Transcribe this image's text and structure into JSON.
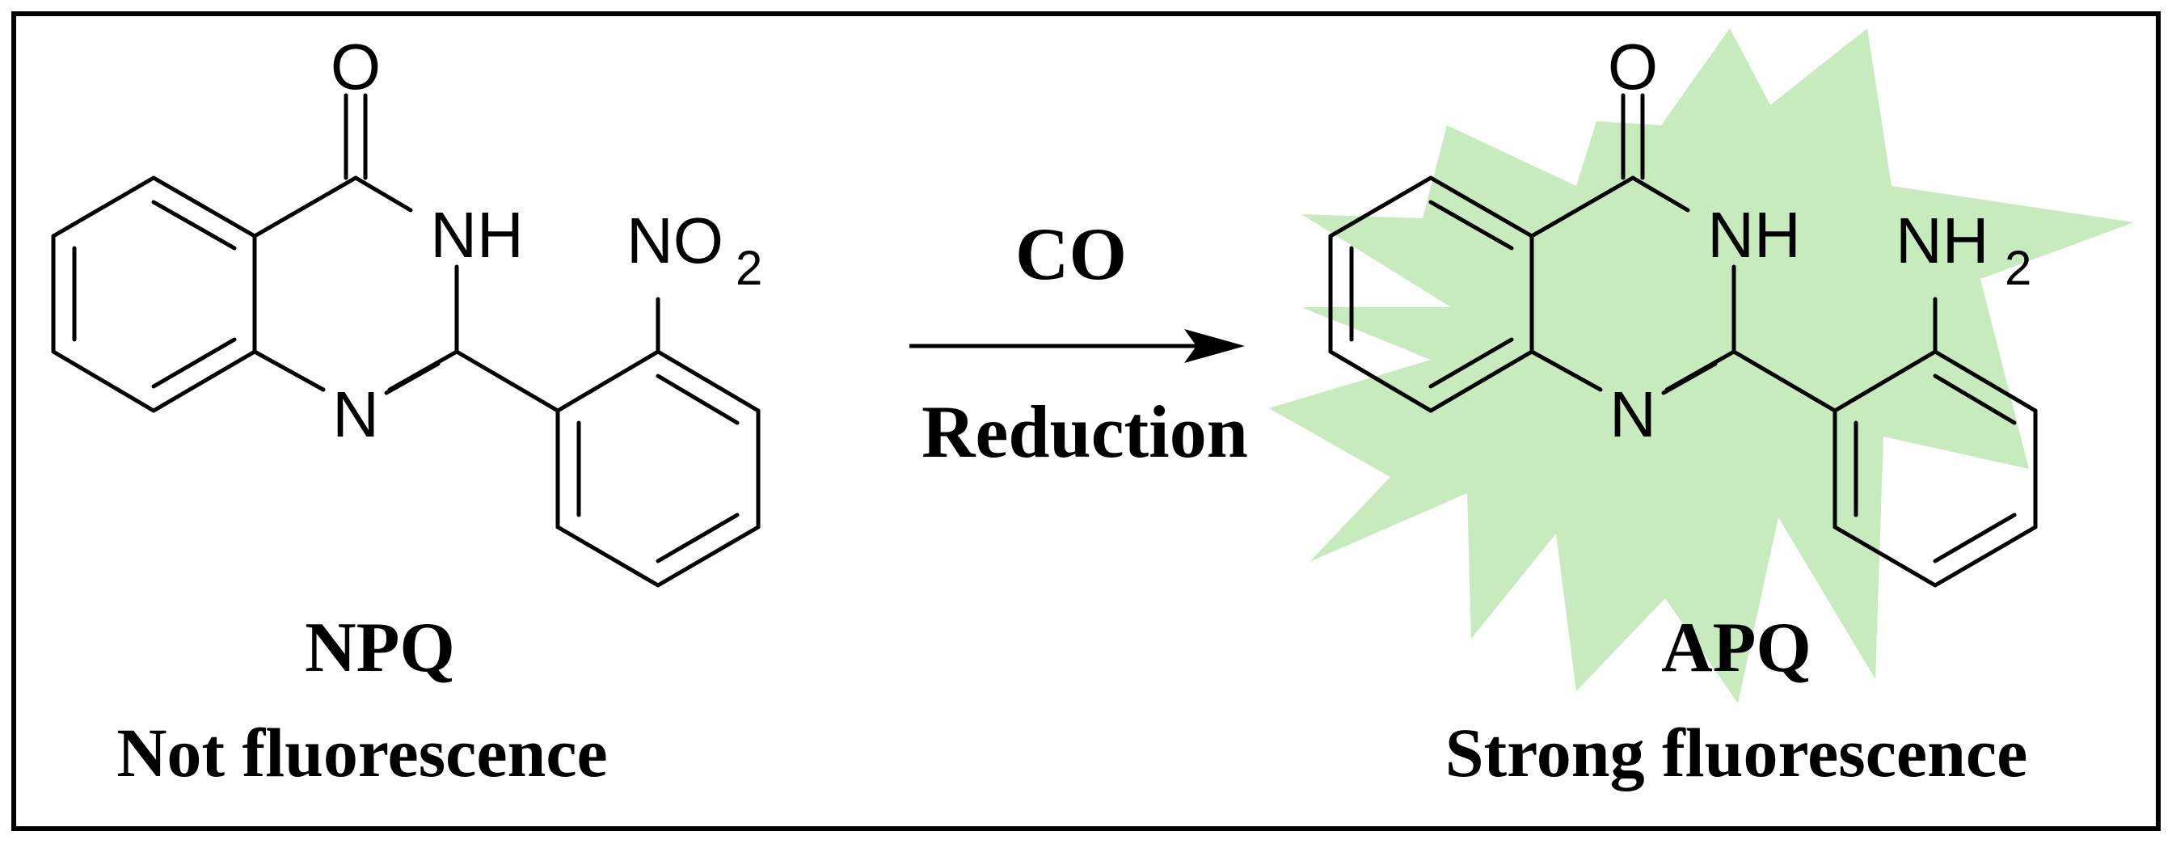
{
  "reaction": {
    "reagent": "CO",
    "process": "Reduction"
  },
  "reactant": {
    "name": "NPQ",
    "description": "Not fluorescence",
    "atoms": {
      "carbonyl_o": "O",
      "amide": "NH",
      "imine_n": "N",
      "substituent": "NO",
      "substituent_sub": "2"
    }
  },
  "product": {
    "name": "APQ",
    "description": "Strong fluorescence",
    "atoms": {
      "carbonyl_o": "O",
      "amide": "NH",
      "imine_n": "N",
      "substituent": "NH",
      "substituent_sub": "2"
    },
    "highlight_color": "#c7ebbd"
  }
}
